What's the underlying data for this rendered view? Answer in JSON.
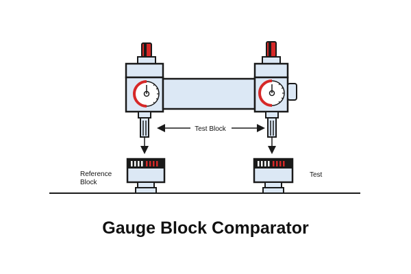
{
  "title": "Gauge Block Comparator",
  "labels": {
    "test_block": "Test Block",
    "reference_line1": "Reference",
    "reference_line2": "Block",
    "test": "Test"
  },
  "icons": [
    "dial-gauge-icon",
    "arrow-down-icon",
    "double-arrow-icon"
  ],
  "colors": {
    "outline": "#1a1a1a",
    "body_fill": "#dce8f5",
    "accent_red": "#d62828",
    "background": "#ffffff"
  }
}
